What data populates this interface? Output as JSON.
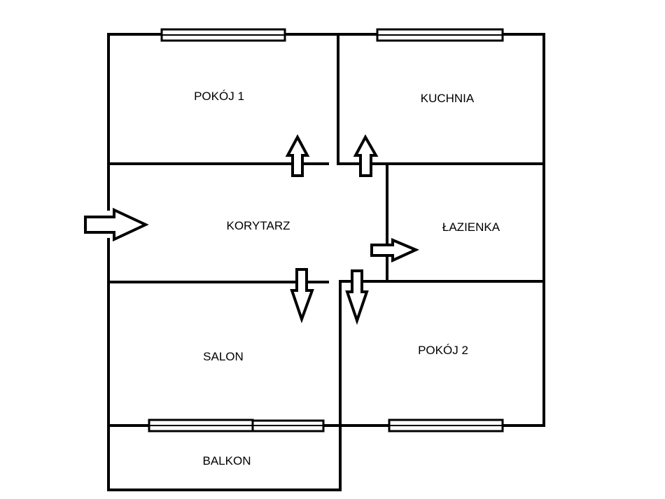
{
  "rooms": {
    "pokoj1": "POKÓJ 1",
    "kuchnia": "KUCHNIA",
    "korytarz": "KORYTARZ",
    "lazienka": "ŁAZIENKA",
    "salon": "SALON",
    "pokoj2": "POKÓJ 2",
    "balkon": "BALKON"
  },
  "colors": {
    "wall": "#000000",
    "background": "#ffffff"
  }
}
